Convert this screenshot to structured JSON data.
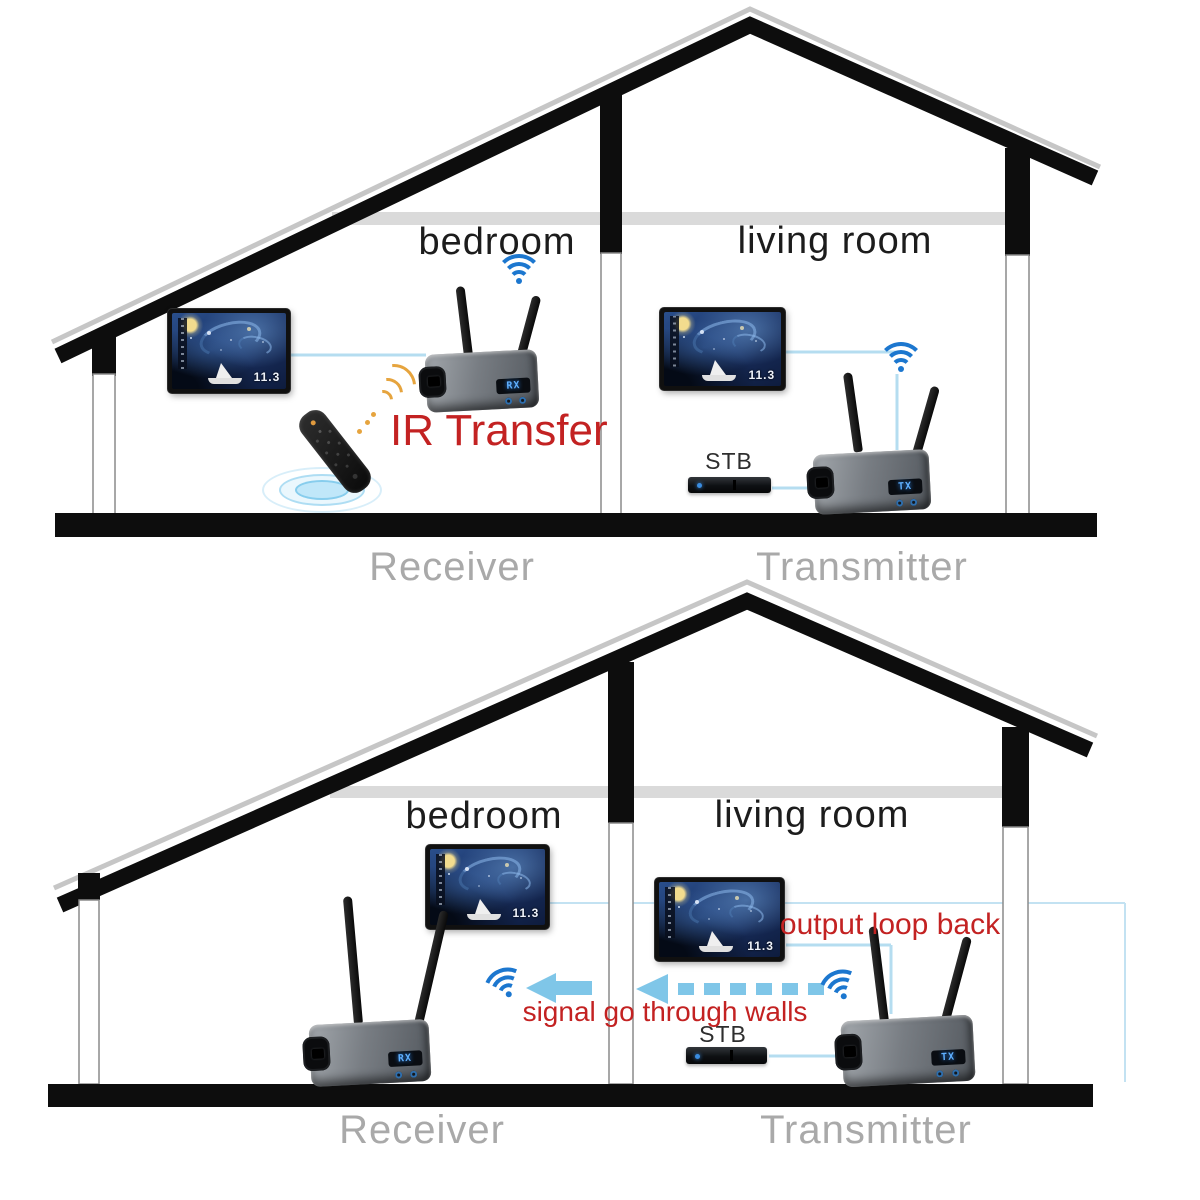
{
  "houses": {
    "top": {
      "bedroom_label": "bedroom",
      "living_room_label": "living room",
      "ir_transfer_label": "IR Transfer",
      "stb_label": "STB",
      "receiver_label": "Receiver",
      "transmitter_label": "Transmitter"
    },
    "bottom": {
      "bedroom_label": "bedroom",
      "living_room_label": "living room",
      "output_loop_back_label": "output loop back",
      "signal_label": "signal go through walls",
      "stb_label": "STB",
      "receiver_label": "Receiver",
      "transmitter_label": "Transmitter"
    }
  },
  "tv": {
    "screen_label": "11.3"
  },
  "device": {
    "receiver_led": "RX",
    "transmitter_led": "TX"
  },
  "colors": {
    "structure_black": "#0d0d0d",
    "roof_highlight_gray": "#c6c6c6",
    "ceiling_gray": "#dadada",
    "cable_blue": "#b5ddf0",
    "arrow_blue": "#7fc6e8",
    "wifi_blue": "#1c77cf",
    "accent_red": "#c32222",
    "caption_gray": "#a9a9a9"
  }
}
